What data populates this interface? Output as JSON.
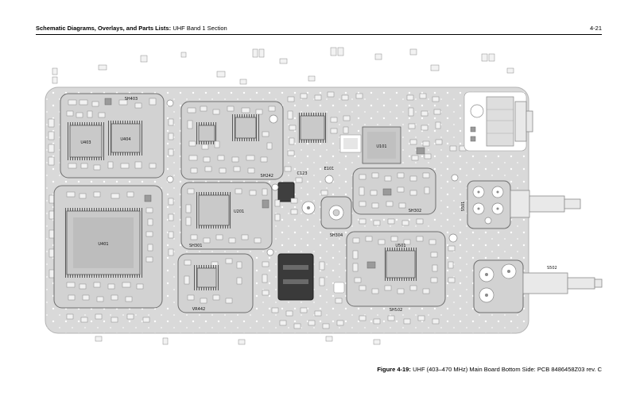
{
  "page": {
    "header": {
      "title_bold": "Schematic Diagrams, Overlays, and Parts Lists:",
      "title_regular": "UHF Band 1 Section",
      "page_number": "4-21"
    },
    "caption": {
      "prefix_bold": "Figure 4-19:",
      "text": "UHF (403–470 MHz) Main Board Bottom Side: PCB 8486458Z03 rev. C"
    }
  },
  "diagram": {
    "type": "pcb-component-overlay",
    "board_color": "#d9d9d9",
    "shield_outline_color": "#6e6e6e",
    "labels": [
      "SH403",
      "U403",
      "U404",
      "U401",
      "SH242",
      "U201",
      "SH301",
      "C123",
      "E101",
      "SH304",
      "SH302",
      "U501",
      "SH502",
      "U101",
      "VR442",
      "S501",
      "S502"
    ]
  }
}
